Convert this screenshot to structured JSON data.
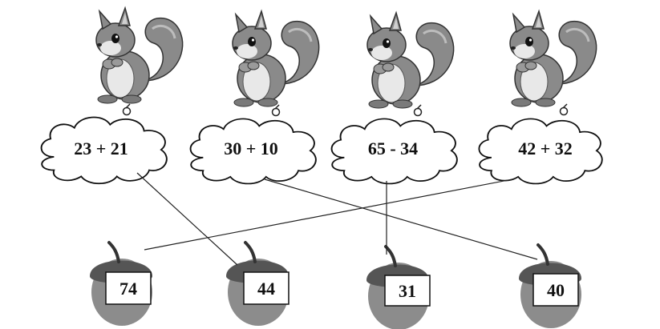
{
  "exercise": {
    "clouds": [
      {
        "expression": "23 + 21"
      },
      {
        "expression": "30 + 10"
      },
      {
        "expression": "65 - 34"
      },
      {
        "expression": "42 + 32"
      }
    ],
    "acorns": [
      {
        "value": "74"
      },
      {
        "value": "44"
      },
      {
        "value": "31"
      },
      {
        "value": "40"
      }
    ],
    "matches": [
      {
        "cloud": 0,
        "acorn": 1
      },
      {
        "cloud": 1,
        "acorn": 3
      },
      {
        "cloud": 2,
        "acorn": 2
      },
      {
        "cloud": 3,
        "acorn": 0
      }
    ]
  },
  "colors": {
    "squirrel_fur": "#8a8a8a",
    "squirrel_dark": "#5a5a5a",
    "squirrel_belly": "#e8e8e8",
    "acorn_cap": "#555555",
    "acorn_body": "#8c8c8c",
    "line": "#222222"
  },
  "icons": [
    "squirrel-icon",
    "cloud-shape",
    "acorn-icon"
  ]
}
